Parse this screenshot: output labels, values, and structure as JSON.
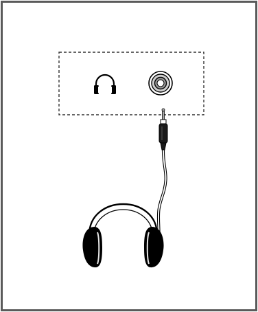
{
  "diagram": {
    "panel": {
      "style": "dashed",
      "headphone_icon": "headphone-icon",
      "jack": "headphone-jack"
    },
    "plug": "headphone-plug",
    "cable": "headphone-cable",
    "headset": "over-ear-headphones"
  },
  "colors": {
    "background": "#ffffff",
    "stroke": "#000000",
    "border": "#5a5a5a",
    "jack_outer": "#cfcfcf",
    "jack_inner": "#9a9a9a",
    "plug_body": "#1a1a1a",
    "plug_tip": "#a8a8a8",
    "earcup": "#000000",
    "earcup_highlight": "#e6e6e6"
  }
}
